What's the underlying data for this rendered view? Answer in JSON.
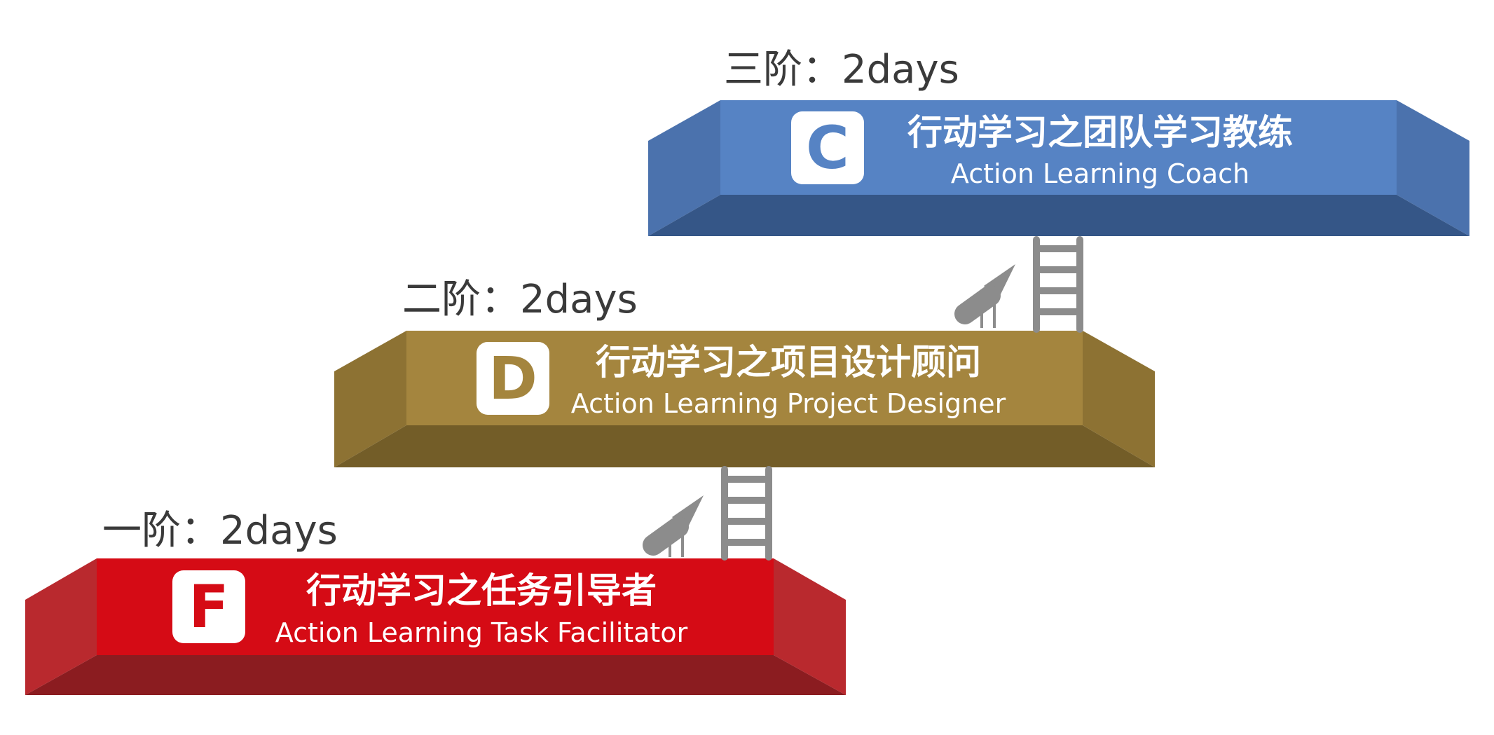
{
  "stages": [
    {
      "stage_label": "一阶：2days",
      "letter": "F",
      "title_cn": "行动学习之任务引导者",
      "title_en": "Action Learning Task Facilitator",
      "colors": {
        "face": "#d50b15",
        "side": "#b9292e",
        "bottom": "#8b1c20",
        "letter": "#d50b15"
      }
    },
    {
      "stage_label": "二阶：2days",
      "letter": "D",
      "title_cn": "行动学习之项目设计顾问",
      "title_en": "Action Learning Project Designer",
      "colors": {
        "face": "#a4853e",
        "side": "#8d7233",
        "bottom": "#735d28",
        "letter": "#a4853e"
      }
    },
    {
      "stage_label": "三阶：2days",
      "letter": "C",
      "title_cn": "行动学习之团队学习教练",
      "title_en": "Action Learning Coach",
      "colors": {
        "face": "#5683c4",
        "side": "#4b72ad",
        "bottom": "#355687",
        "letter": "#5683c4"
      }
    }
  ],
  "connector_color": "#8c8c8c",
  "icons": [
    "ladder-icon",
    "arrow-up-right-icon"
  ]
}
